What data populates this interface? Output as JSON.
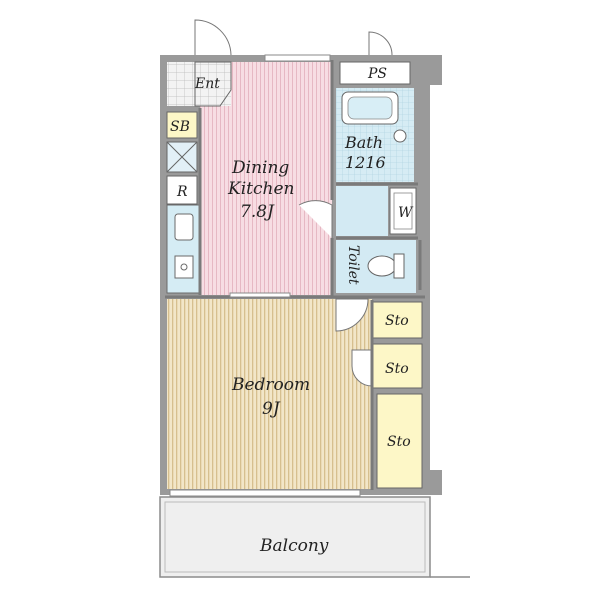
{
  "rooms": {
    "ent": "Ent",
    "ps": "PS",
    "sb": "SB",
    "bath_name": "Bath",
    "bath_size": "1216",
    "dk_line1": "Dining",
    "dk_line2": "Kitchen",
    "dk_size": "7.8J",
    "r": "R",
    "w": "W",
    "toilet": "Toilet",
    "sto1": "Sto",
    "sto2": "Sto",
    "sto3": "Sto",
    "bed_name": "Bedroom",
    "bed_size": "9J",
    "balcony": "Balcony"
  },
  "colors": {
    "wall": "#8c8c8c",
    "kitchen_floor": "#f7dde3",
    "kitchen_stripe": "#e8bcc6",
    "bedroom_floor": "#f1e4c4",
    "bedroom_stripe": "#d9c497",
    "wet_area": "#cfe8f2",
    "storage": "#fdf7c7",
    "balcony": "#eeeeee",
    "entrance": "#f2f2f2"
  }
}
